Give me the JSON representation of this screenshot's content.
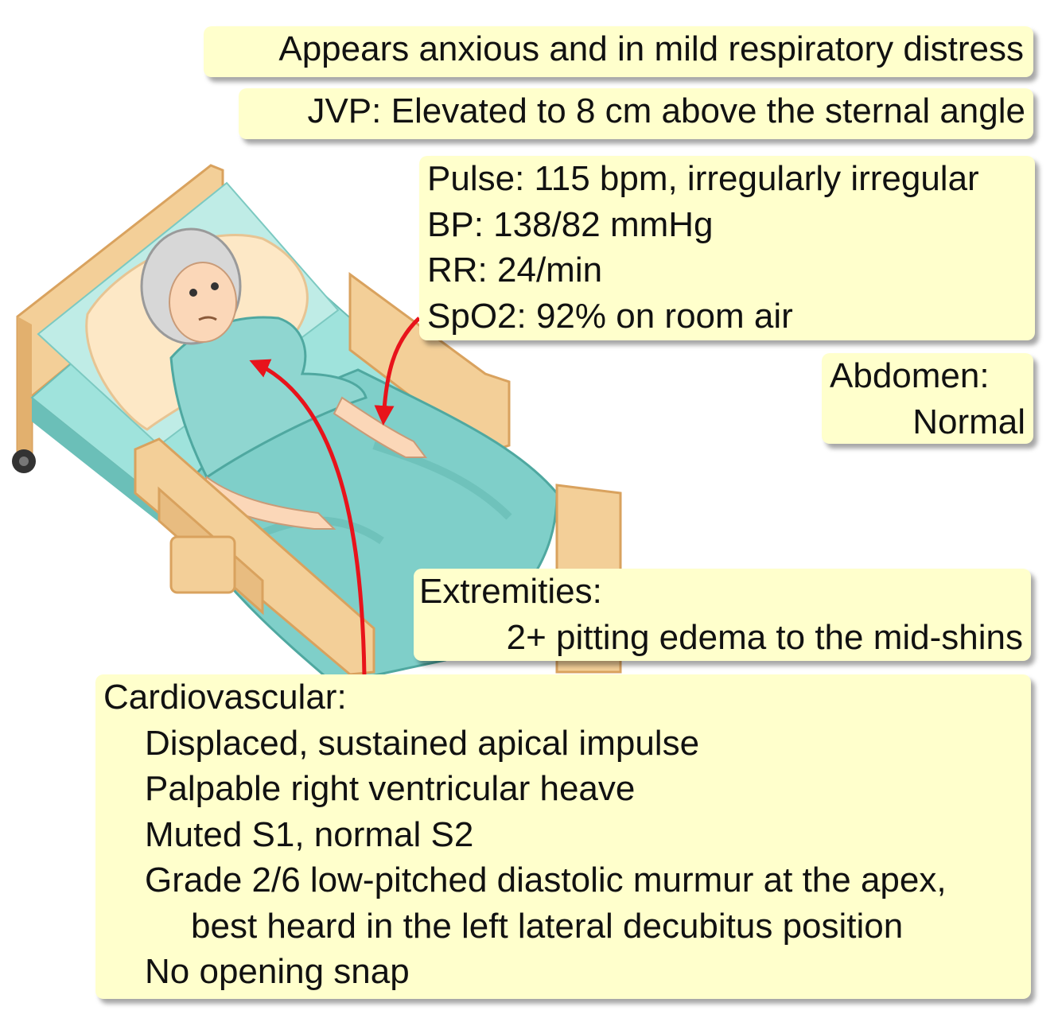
{
  "notes": {
    "appearance": "Appears anxious and in mild respiratory distress",
    "jvp": "JVP: Elevated to 8 cm above the sternal angle",
    "vitals": [
      "Pulse: 115 bpm, irregularly irregular",
      "BP: 138/82 mmHg",
      "RR: 24/min",
      "SpO2: 92% on room air"
    ],
    "abdomen": {
      "title": "Abdomen:",
      "value": "Normal"
    },
    "extremities": {
      "title": "Extremities:",
      "value": "2+ pitting edema to the mid-shins"
    },
    "cardiovascular": {
      "title": "Cardiovascular:",
      "items": [
        "Displaced, sustained apical impulse",
        "Palpable right ventricular heave",
        "Muted S1, normal S2",
        "Grade 2/6 low-pitched diastolic murmur at the apex,",
        "best heard in the left lateral decubitus position",
        "No opening snap"
      ]
    }
  },
  "colors": {
    "note_fill": "#ffffcc",
    "arrow": "#e8131b",
    "bed_wood": "#f3cf98",
    "bed_wood_dark": "#d9a25e",
    "blanket": "#7fcfc9",
    "gown": "#8fd6d0"
  }
}
